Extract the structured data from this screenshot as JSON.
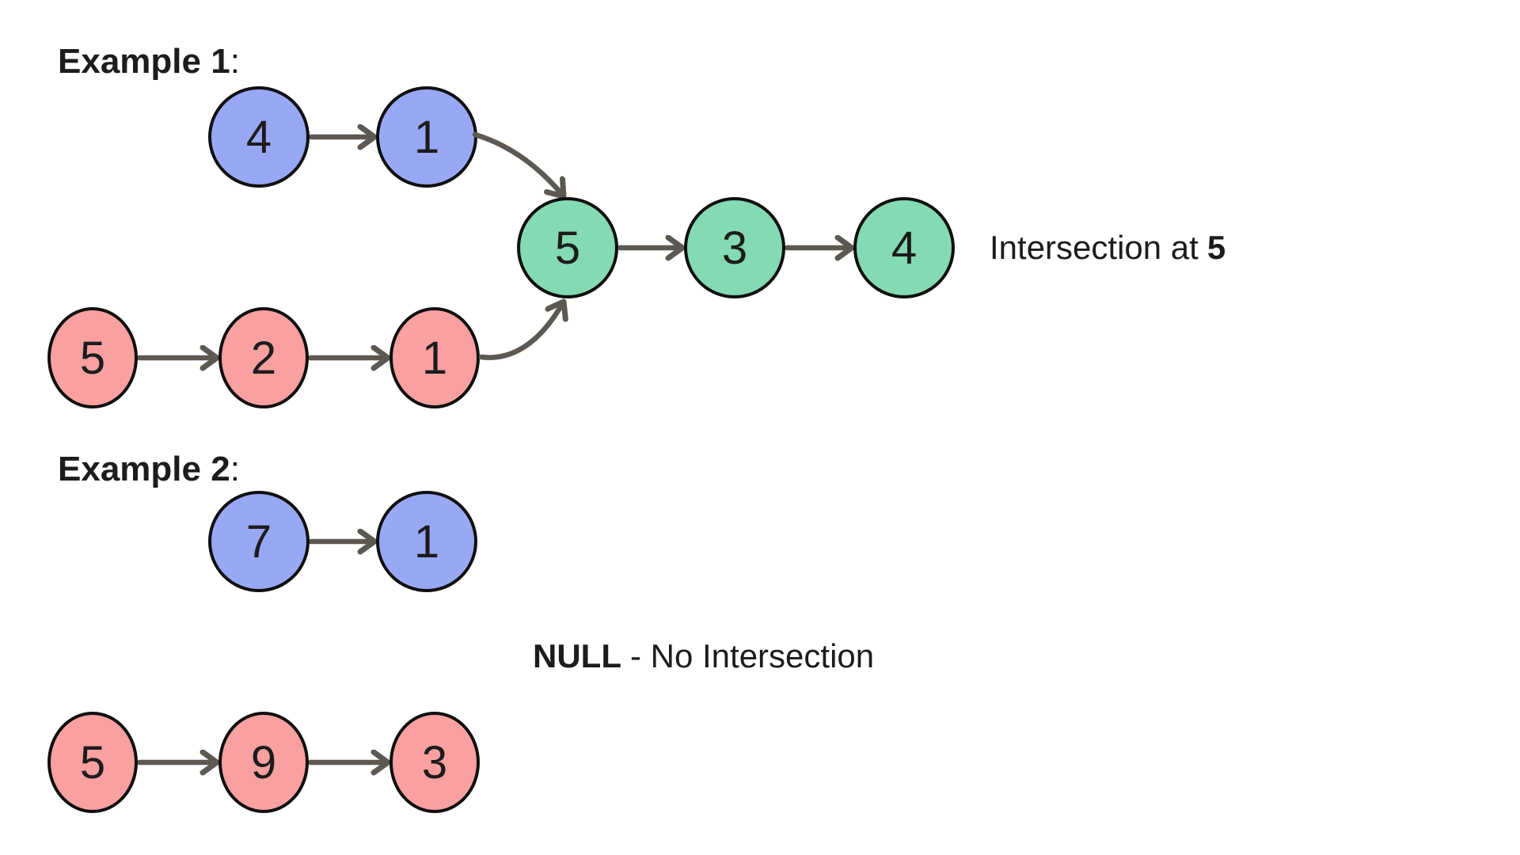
{
  "colors": {
    "node_blue": "#99A8F5",
    "node_green": "#84DAB2",
    "node_pink": "#F9A0A0",
    "node_outline": "#0F0F0F",
    "arrow": "#5D5852",
    "text": "#1C1C1C"
  },
  "example1": {
    "heading": "Example 1",
    "heading_suffix": ":",
    "list_a_nodes": [
      "4",
      "1"
    ],
    "list_b_nodes": [
      "5",
      "2",
      "1"
    ],
    "merged_nodes": [
      "5",
      "3",
      "4"
    ],
    "annotation_prefix": "Intersection at",
    "annotation_value": "5"
  },
  "example2": {
    "heading": "Example 2",
    "heading_suffix": ":",
    "list_a_nodes": [
      "7",
      "1"
    ],
    "list_b_nodes": [
      "5",
      "9",
      "3"
    ],
    "annotation_bold": "NULL",
    "annotation_rest": "- No Intersection"
  }
}
